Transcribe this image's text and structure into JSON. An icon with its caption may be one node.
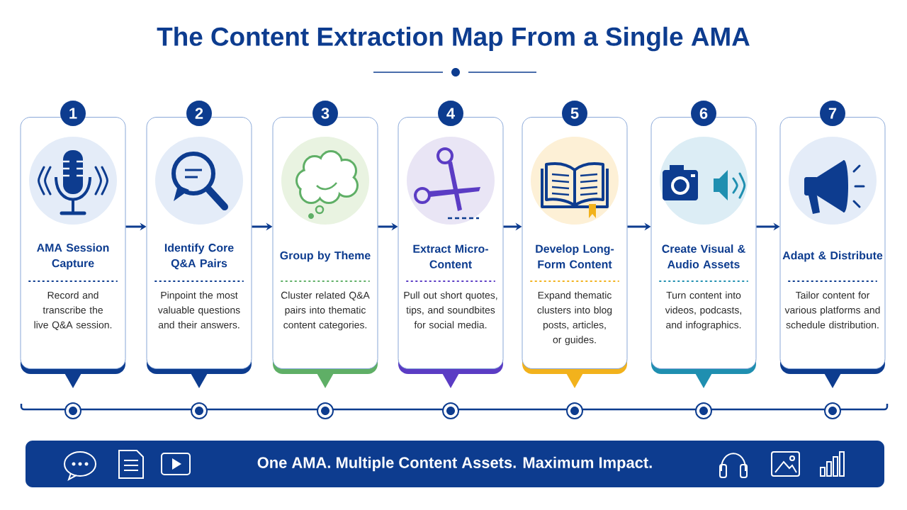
{
  "diagram": {
    "title": "The Content Extraction Map From a Single AMA",
    "nodes": [
      {
        "text": [
          "AMA Session Capture",
          "Record and transcribe the live Q&A session."
        ],
        "beside": [
          "1"
        ]
      },
      {
        "text": [
          "Identify Core Q&A Pairs",
          "Pinpoint the most valuable questions and their answers."
        ],
        "beside": [
          "2"
        ]
      },
      {
        "text": [
          "Group by Theme",
          "Cluster related Q&A pairs into thematic content categories."
        ],
        "beside": [
          "3"
        ]
      },
      {
        "text": [
          "Extract Micro-Content",
          "Pull out short quotes, tips, and soundbites for social media."
        ],
        "beside": [
          "4"
        ]
      },
      {
        "text": [
          "Develop Long-Form Content",
          "Expand thematic clusters into blog posts, articles, or guides."
        ],
        "beside": [
          "5"
        ]
      },
      {
        "text": [
          "Create Visual & Audio Assets",
          "Turn content into videos, podcasts, and infographics."
        ],
        "beside": [
          "6"
        ]
      },
      {
        "text": [
          "Adapt & Distribute",
          "Tailor content for various platforms and schedule distribution."
        ],
        "beside": [
          "7"
        ]
      },
      {
        "text": [
          "One AMA. Multiple Content Assets. Maximum Impact."
        ]
      }
    ],
    "edges": [
      {
        "from": 0,
        "to": 1,
        "arrow": "to"
      },
      {
        "from": 1,
        "to": 2,
        "arrow": "to"
      },
      {
        "from": 2,
        "to": 3,
        "arrow": "to"
      },
      {
        "from": 3,
        "to": 4,
        "arrow": "to"
      },
      {
        "from": 4,
        "to": 5,
        "arrow": "to"
      },
      {
        "from": 5,
        "to": 6,
        "arrow": "to"
      }
    ]
  }
}
